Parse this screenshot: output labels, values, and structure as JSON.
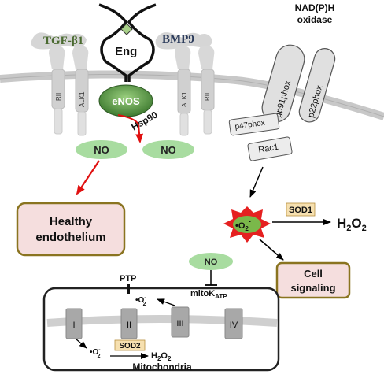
{
  "receptors": {
    "tgf_label": "TGF-β1",
    "bmp_label": "BMP9",
    "eng_label": "Eng",
    "rii_label": "RII",
    "alk1_label": "ALK1"
  },
  "enzymes": {
    "enos_label": "eNOS",
    "hsp90_label": "Hsp90",
    "no_left": "NO",
    "no_right": "NO"
  },
  "nadph": {
    "title_line1": "NAD(P)H",
    "title_line2": "oxidase",
    "gp91": "gp91phox",
    "p22": "p22phox",
    "p47": "p47phox",
    "rac1": "Rac1"
  },
  "outcomes": {
    "healthy_line1": "Healthy",
    "healthy_line2": "endothelium",
    "cell_line1": "Cell",
    "cell_line2": "signaling"
  },
  "ros": {
    "superoxide": "•O",
    "sod1": "SOD1",
    "h2o2_main": "H",
    "no_inhibitor": "NO"
  },
  "mito": {
    "ptp_label": "PTP",
    "mitok_label": "mitoK",
    "mitok_sub": "ATP",
    "complex_I": "I",
    "complex_II": "II",
    "complex_III": "III",
    "complex_IV": "IV",
    "sod2": "SOD2",
    "title": "Mitochondria",
    "superoxide_top": "•O",
    "superoxide_bottom": "•O"
  },
  "colors": {
    "no_oval": "#a8dca0",
    "enos": "#5a9a48",
    "box_fill": "#f5dede",
    "box_border": "#8a7420",
    "sod_fill": "#f6e0b0",
    "red_arrow": "#e01010",
    "membrane": "#c8c8c8",
    "star": "#e52020",
    "star_center": "#7ab84a"
  }
}
